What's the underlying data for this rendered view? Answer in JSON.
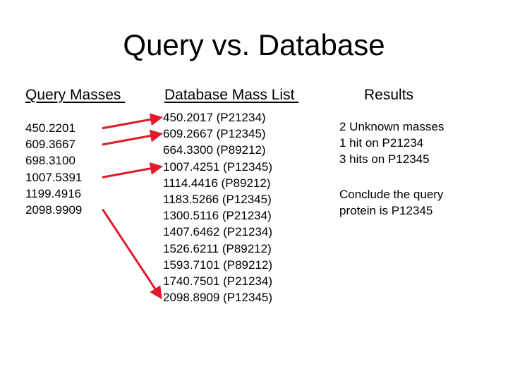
{
  "title": "Query vs. Database",
  "headings": {
    "query": "Query Masses ",
    "database": "Database Mass List ",
    "results": "Results"
  },
  "query_masses": [
    "450.2201",
    "609.3667",
    "698.3100",
    "1007.5391",
    "1199.4916",
    "2098.9909"
  ],
  "database_masses": [
    "450.2017 (P21234)",
    "609.2667 (P12345)",
    "664.3300 (P89212)",
    "1007.4251 (P12345)",
    "1114.4416 (P89212)",
    "1183.5266 (P12345)",
    "1300.5116 (P21234)",
    "1407.6462 (P21234)",
    "1526.6211 (P89212)",
    "1593.7101 (P89212)",
    "1740.7501 (P21234)",
    "2098.8909 (P12345)"
  ],
  "results_summary": [
    "2 Unknown masses",
    "1 hit on P21234",
    "3 hits on P12345"
  ],
  "results_conclusion": [
    "Conclude the query",
    "protein is P12345"
  ],
  "matches": [
    {
      "query_index": 0,
      "database_index": 0
    },
    {
      "query_index": 1,
      "database_index": 1
    },
    {
      "query_index": 3,
      "database_index": 3
    },
    {
      "query_index": 5,
      "database_index": 11
    }
  ],
  "colors": {
    "arrow": "#e0192b",
    "text": "#000000",
    "background": "#ffffff"
  }
}
